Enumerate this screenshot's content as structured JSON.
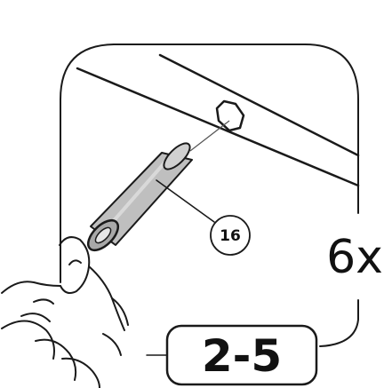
{
  "callout": {
    "part_number": "16",
    "quantity": "6x",
    "step": "2-5"
  },
  "icons": {
    "part": "dowel-pin-icon",
    "hand": "hand-holding-icon",
    "hole": "hexagonal-hole-icon"
  },
  "colors": {
    "ink": "#1a1a1a",
    "dowel_fill": "#bfbfbf",
    "dowel_highlight": "#d9d9d9",
    "background": "#ffffff"
  }
}
